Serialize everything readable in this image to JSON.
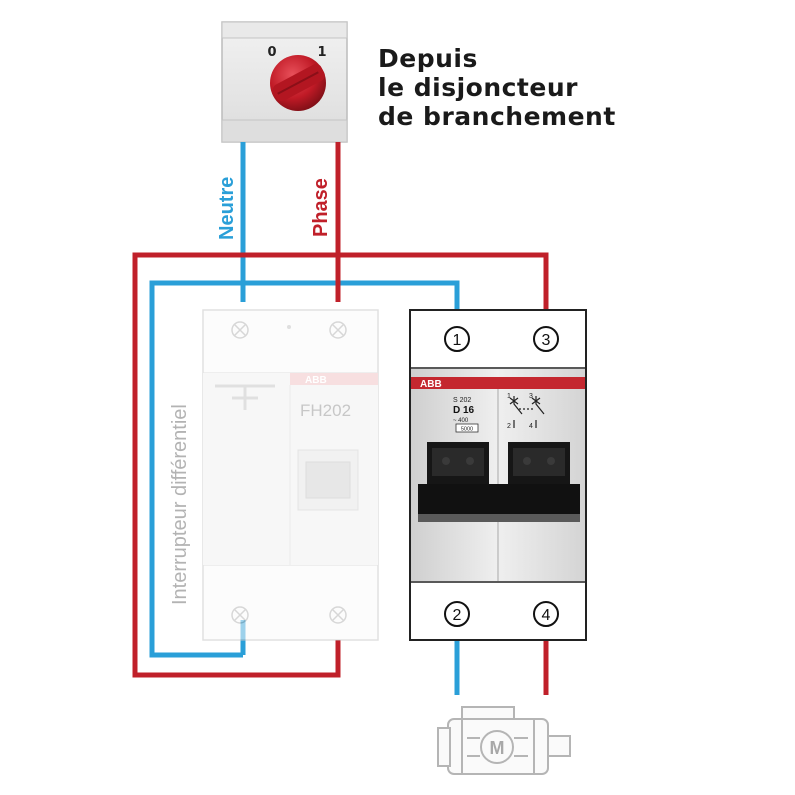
{
  "header": {
    "caption_lines": [
      "Depuis",
      "le disjoncteur",
      "de branchement"
    ]
  },
  "switch_top": {
    "off_label": "0",
    "on_label": "1"
  },
  "wires": {
    "neutral_label": "Neutre",
    "phase_label": "Phase",
    "neutral_color": "#2a9fd8",
    "phase_color": "#c0202a"
  },
  "differential": {
    "label": "Interrupteur différentiel",
    "brand": "ABB",
    "model": "FH202"
  },
  "breaker": {
    "brand": "ABB",
    "model": "S 202",
    "rating": "D 16",
    "voltage": "~ 400",
    "code": "5000",
    "terminals": [
      "1",
      "3",
      "2",
      "4"
    ],
    "contact_top_labels": [
      "1",
      "3"
    ],
    "contact_bottom_labels": [
      "2",
      "4"
    ]
  },
  "motor": {
    "label": "M"
  }
}
